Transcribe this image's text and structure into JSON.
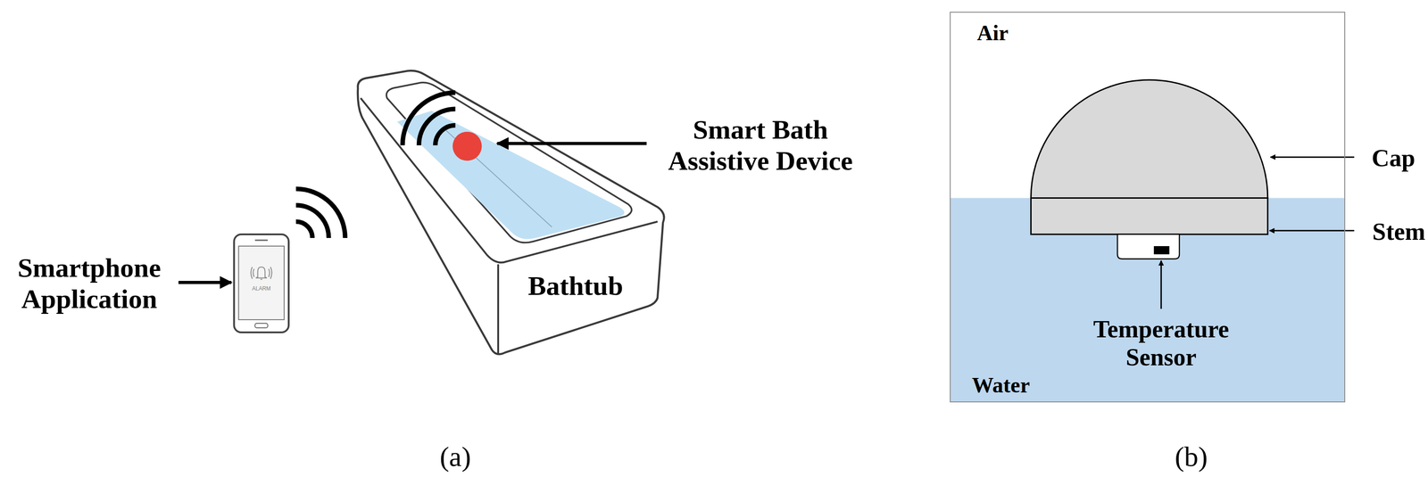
{
  "diagram": {
    "nodes": [
      {
        "text": [
          "ALARM"
        ]
      },
      {
        "text": [
          "Bathtub"
        ]
      },
      {
        "text": [
          "Air",
          "Water"
        ]
      }
    ],
    "labels": [
      "Smartphone Application",
      "Smart Bath Assistive Device",
      "(a)",
      "Cap",
      "Stem",
      "Temperature Sensor",
      "(b)"
    ]
  }
}
